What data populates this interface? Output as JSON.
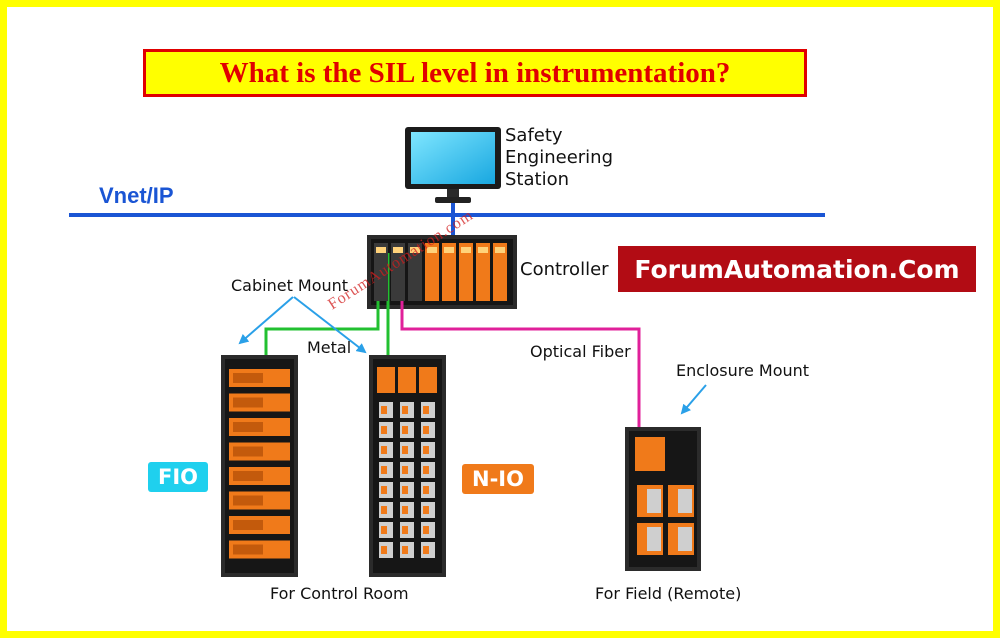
{
  "title": "What is the SIL level in instrumentation?",
  "network": {
    "label": "Vnet/IP"
  },
  "engineering_station": {
    "lines": [
      "Safety",
      "Engineering",
      "Station"
    ]
  },
  "controller": {
    "label": "Controller"
  },
  "brand": {
    "text": "ForumAutomation.Com"
  },
  "watermark": {
    "text": "ForumAutomation.com"
  },
  "mounts": {
    "cabinet": "Cabinet Mount",
    "enclosure": "Enclosure Mount"
  },
  "links": {
    "metal": "Metal",
    "optical": "Optical Fiber"
  },
  "badges": {
    "fio": "FIO",
    "nio": "N-IO"
  },
  "captions": {
    "control_room": "For Control Room",
    "field": "For Field (Remote)"
  },
  "colors": {
    "border": "#ffff00",
    "title_text": "#e00000",
    "network_line": "#1a55d4",
    "metal_cable": "#22c030",
    "fiber_cable": "#e0209a",
    "arrow": "#2aa0e8",
    "module_orange": "#f07a1a",
    "cabinet_dark": "#1e1e1e",
    "brand_bg": "#b20c14"
  }
}
